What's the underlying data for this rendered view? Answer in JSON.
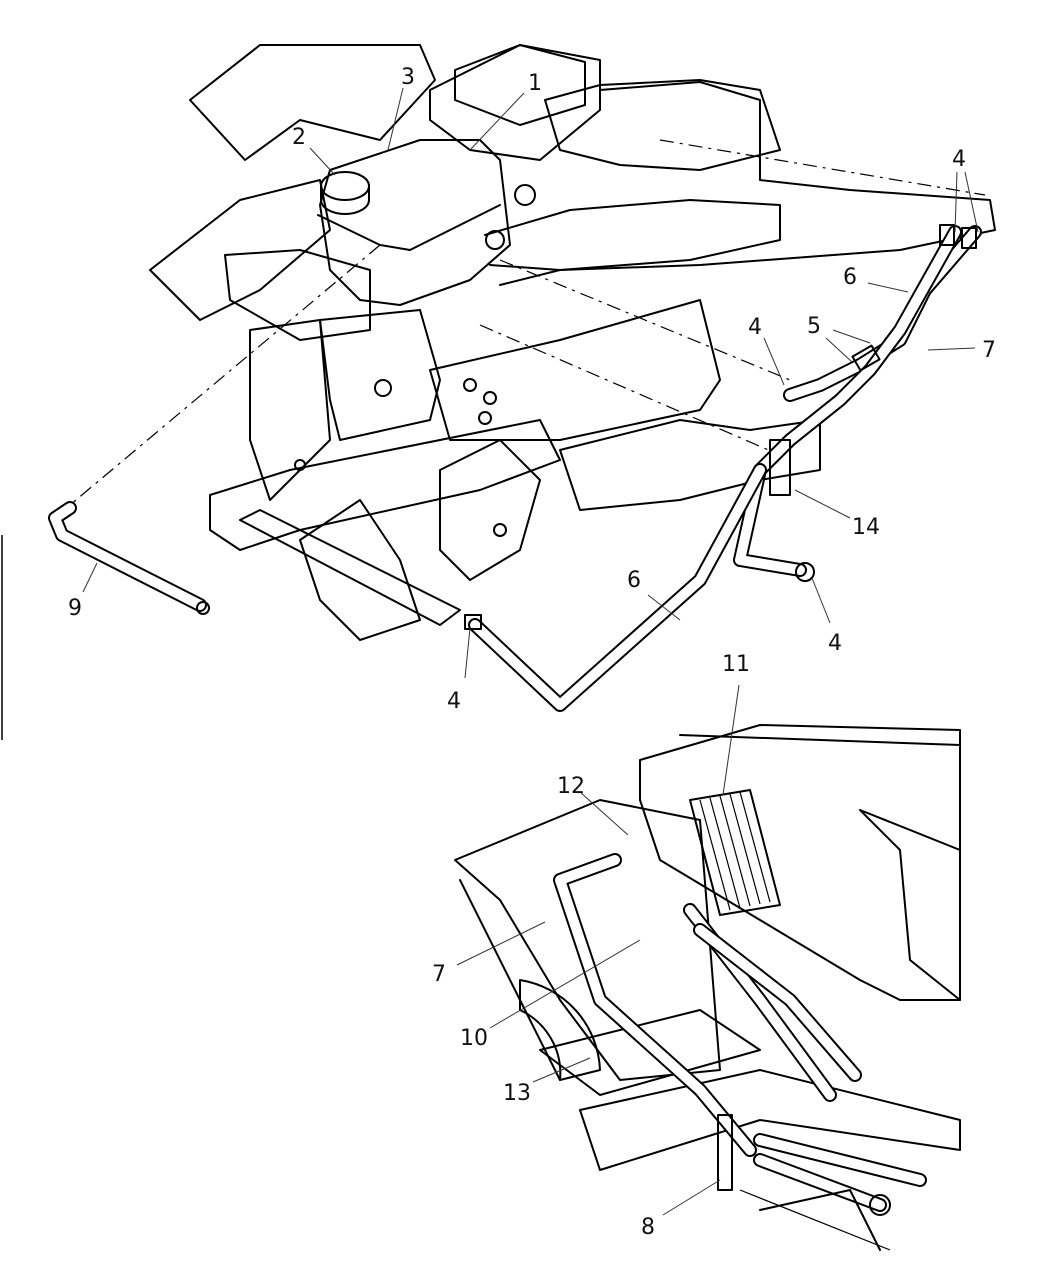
{
  "diagram": {
    "type": "exploded parts diagram",
    "subject": "Coolant reservoir and transmission oil cooler hoses",
    "callouts": [
      {
        "id": "c1",
        "label": "1",
        "part": "coolant-reservoir"
      },
      {
        "id": "c2",
        "label": "2",
        "part": "reservoir-cap"
      },
      {
        "id": "c3",
        "label": "3",
        "part": "reservoir-bracket"
      },
      {
        "id": "c4a",
        "label": "4",
        "part": "hose-clamp"
      },
      {
        "id": "c4b",
        "label": "4",
        "part": "hose-clamp"
      },
      {
        "id": "c4c",
        "label": "4",
        "part": "hose-clamp"
      },
      {
        "id": "c4d",
        "label": "4",
        "part": "hose-clamp"
      },
      {
        "id": "c5",
        "label": "5",
        "part": "hose-clamp"
      },
      {
        "id": "c6a",
        "label": "6",
        "part": "cooler-hose"
      },
      {
        "id": "c6b",
        "label": "6",
        "part": "cooler-hose"
      },
      {
        "id": "c7a",
        "label": "7",
        "part": "cooler-hose"
      },
      {
        "id": "c7b",
        "label": "7",
        "part": "cooler-hose"
      },
      {
        "id": "c8",
        "label": "8",
        "part": "hose-bracket"
      },
      {
        "id": "c9",
        "label": "9",
        "part": "overflow-hose"
      },
      {
        "id": "c10",
        "label": "10",
        "part": "fan-shroud"
      },
      {
        "id": "c11",
        "label": "11",
        "part": "oil-cooler"
      },
      {
        "id": "c12",
        "label": "12",
        "part": "cooler-fitting"
      },
      {
        "id": "c13",
        "label": "13",
        "part": "fastener"
      },
      {
        "id": "c14",
        "label": "14",
        "part": "hose-bracket"
      }
    ]
  }
}
